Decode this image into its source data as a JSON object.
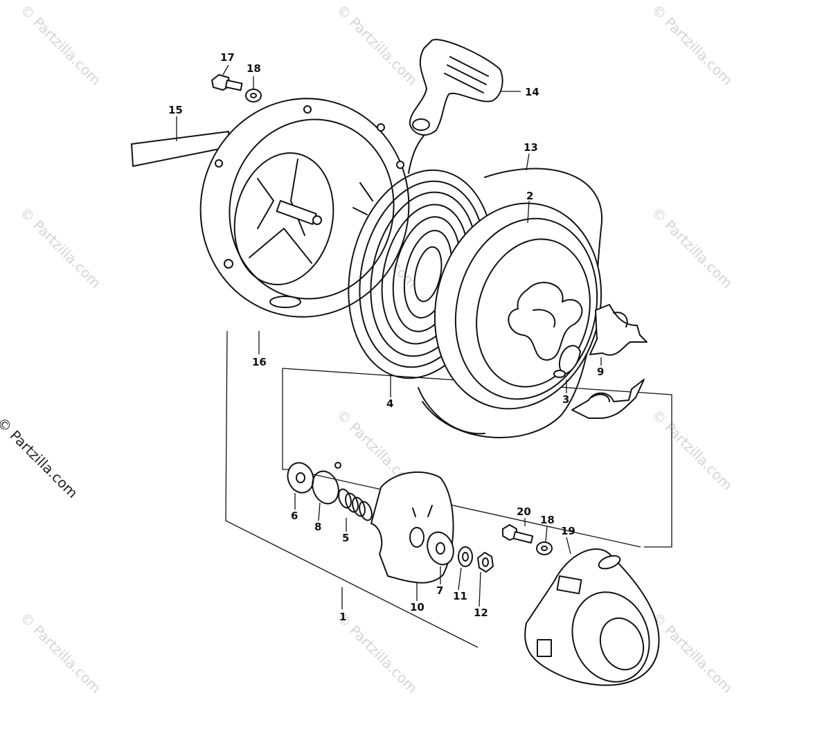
{
  "watermark": "© Partzilla.com",
  "callouts": {
    "p1": "1",
    "p2": "2",
    "p3": "3",
    "p4": "4",
    "p5": "5",
    "p6": "6",
    "p7": "7",
    "p8": "8",
    "p9": "9",
    "p10": "10",
    "p11": "11",
    "p12": "12",
    "p13": "13",
    "p14": "14",
    "p15": "15",
    "p16": "16",
    "p17": "17",
    "p18a": "18",
    "p18b": "18",
    "p19": "19",
    "p20": "20"
  }
}
